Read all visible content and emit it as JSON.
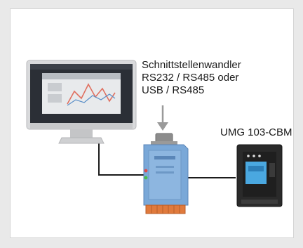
{
  "labels": {
    "converter_line1": "Schnittstellenwandler",
    "converter_line2": "RS232 / RS485 oder",
    "converter_line3": "USB / RS485",
    "device": "UMG 103-CBM"
  },
  "colors": {
    "background": "#e9e9e9",
    "card": "#ffffff",
    "cable": "#1b1b1b",
    "arrow": "#9a9a9a",
    "converter_body": "#7aa8d8",
    "converter_terminals": "#e07a3c",
    "meter_body": "#2a2a2a",
    "meter_display": "#4aa8e0"
  },
  "icons": [
    "monitor-icon",
    "interface-converter-icon",
    "energy-meter-icon",
    "down-arrow-icon"
  ]
}
